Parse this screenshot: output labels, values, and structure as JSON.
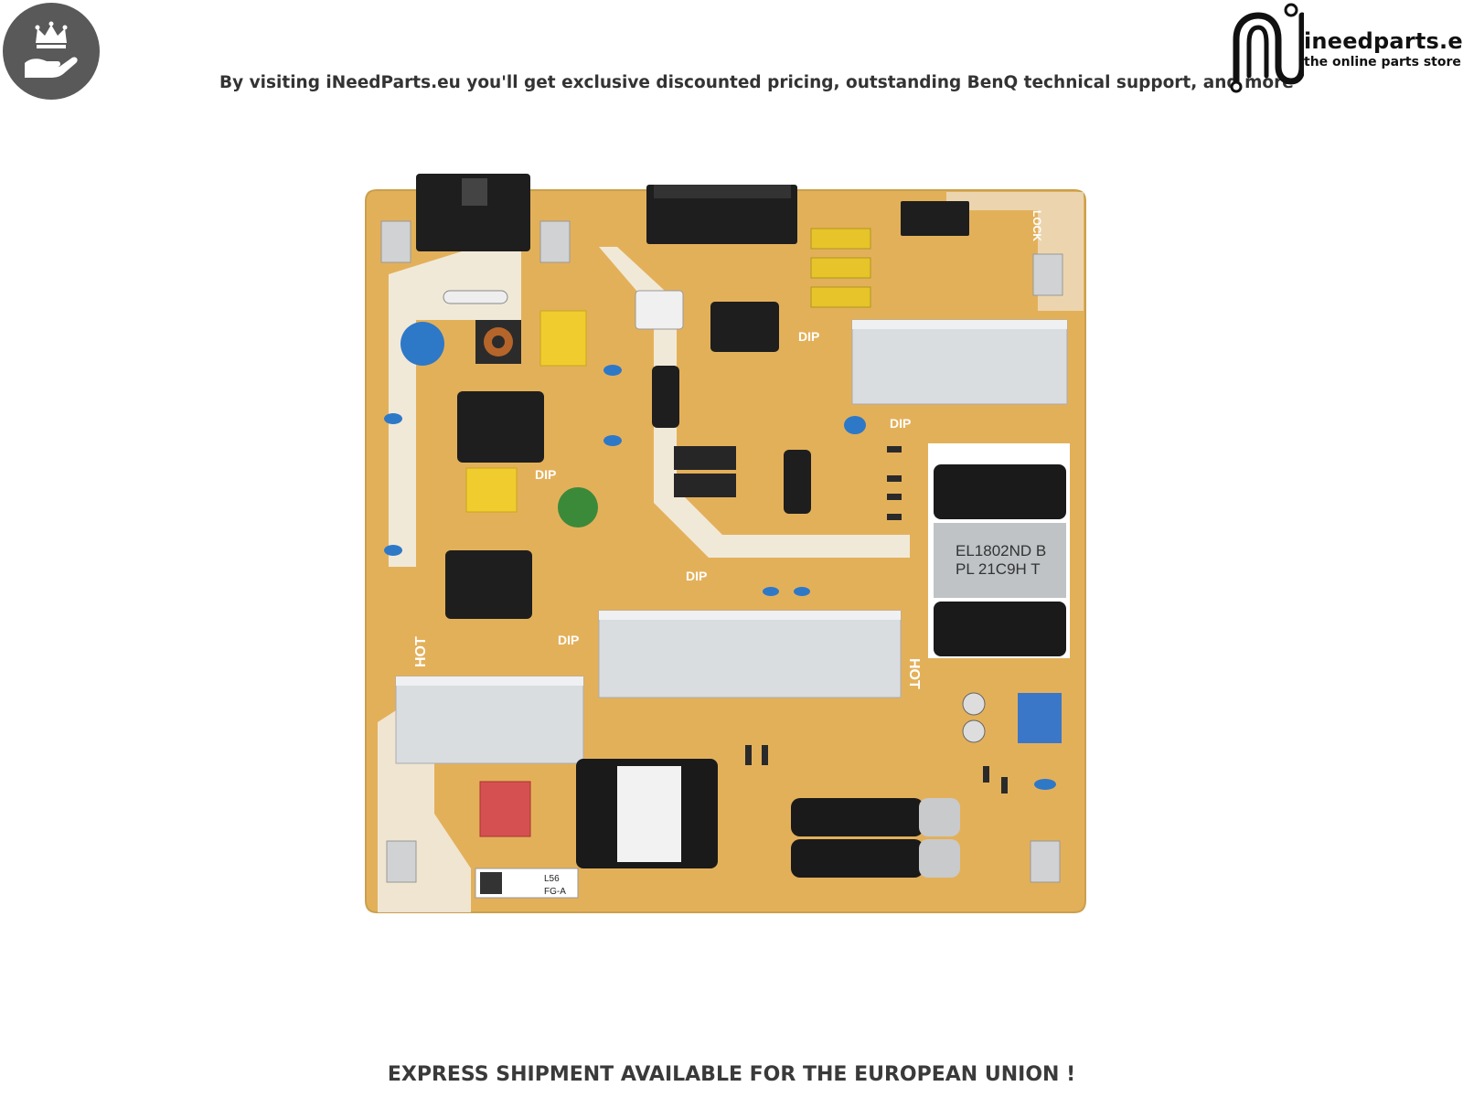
{
  "header": {
    "tagline": "By visiting iNeedParts.eu you'll get exclusive discounted pricing, outstanding BenQ technical support, and more"
  },
  "badge": {
    "icon": "crown-hand-icon",
    "color": "#595959"
  },
  "logo": {
    "name": "ineedparts.eu",
    "subtitle": "the online parts store",
    "icon": "plug-cable-icon"
  },
  "product_image": {
    "subject": "power-supply-board",
    "labels": {
      "dip1": "DIP",
      "dip2": "DIP",
      "dip3": "DIP",
      "dip4": "DIP",
      "dip5": "DIP",
      "hot1": "HOT",
      "hot2": "HOT",
      "lock": "LOCK",
      "transformer_line1": "EL1802ND B",
      "transformer_line2": "PL 21C9H T",
      "sticker_code": "L56",
      "sticker_rev": "FG-A"
    },
    "colors": {
      "pcb": "#e3b05a",
      "heatsink": "#d9dde0",
      "silk": "#f2efe6",
      "connector": "#1e1e1e"
    }
  },
  "footer": {
    "text": "EXPRESS SHIPMENT AVAILABLE FOR THE EUROPEAN UNION !"
  }
}
